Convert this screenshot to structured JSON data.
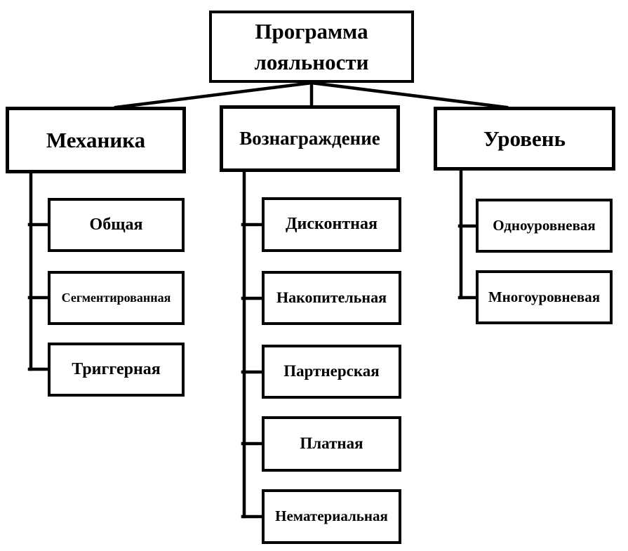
{
  "diagram": {
    "root": {
      "label": "Программа лояльности"
    },
    "branches": [
      {
        "label": "Механика",
        "children": [
          "Общая",
          "Сегментированная",
          "Триггерная"
        ]
      },
      {
        "label": "Вознаграждение",
        "children": [
          "Дисконтная",
          "Накопительная",
          "Партнерская",
          "Платная",
          "Нематериальная"
        ]
      },
      {
        "label": "Уровень",
        "children": [
          "Одноуровневая",
          "Многоуровневая"
        ]
      }
    ],
    "colors": {
      "line": "#000000",
      "box_border": "#000000",
      "background": "#ffffff",
      "text": "#000000"
    }
  }
}
